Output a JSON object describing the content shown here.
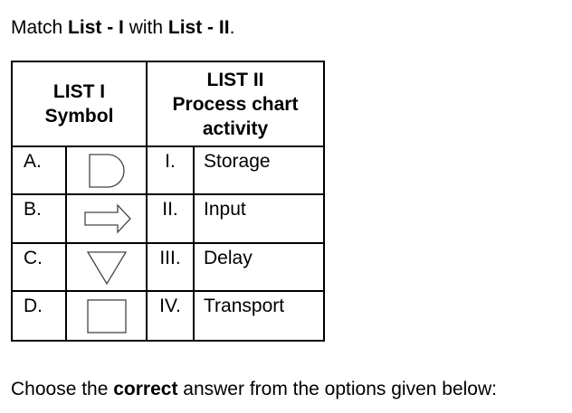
{
  "question": {
    "prefix": "Match ",
    "list1": "List - I",
    "middle": " with ",
    "list2": "List - II",
    "suffix": "."
  },
  "table": {
    "header_list1_line1": "LIST I",
    "header_list1_line2": "Symbol",
    "header_list2_line1": "LIST II",
    "header_list2_line2": "Process chart",
    "header_list2_line3": "activity",
    "rows": [
      {
        "letter": "A.",
        "symbol": "delay-d-shape-icon",
        "roman": "I.",
        "activity": "Storage"
      },
      {
        "letter": "B.",
        "symbol": "arrow-right-icon",
        "roman": "II.",
        "activity": "Input"
      },
      {
        "letter": "C.",
        "symbol": "inverted-triangle-icon",
        "roman": "III.",
        "activity": "Delay"
      },
      {
        "letter": "D.",
        "symbol": "square-icon",
        "roman": "IV.",
        "activity": "Transport"
      }
    ]
  },
  "instruction": {
    "prefix": "Choose the ",
    "bold": "correct",
    "suffix": " answer from the options given below:"
  },
  "colors": {
    "text": "#000000",
    "symbol_stroke": "#444444",
    "background": "#ffffff"
  }
}
